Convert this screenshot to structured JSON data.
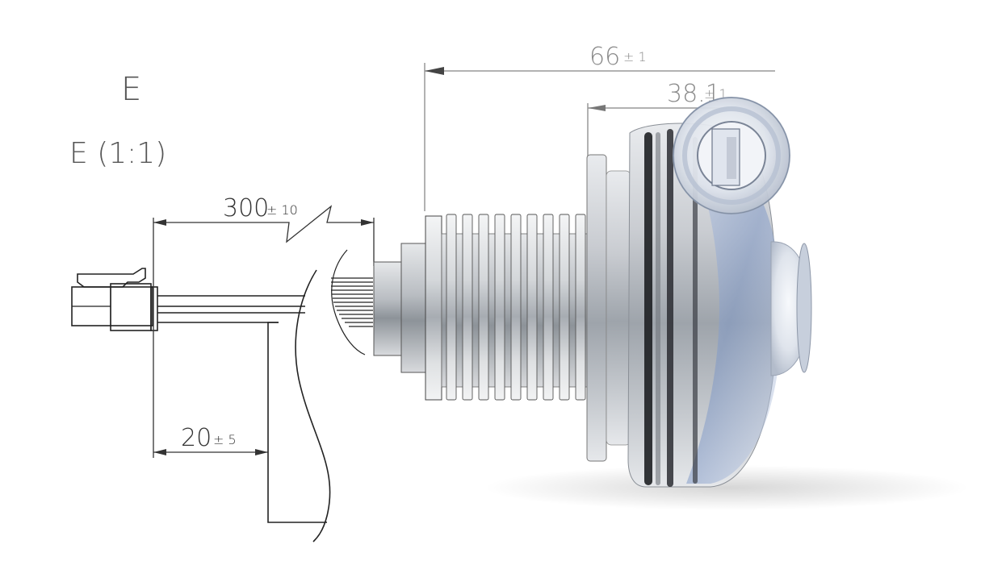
{
  "view": {
    "label": "E",
    "scale_label": "E (1:1)"
  },
  "dimensions": {
    "cable_length": {
      "value": "300",
      "tolerance": "± 10"
    },
    "strip_length": {
      "value": "20",
      "tolerance": "± 5"
    },
    "overall_length": {
      "value": "66",
      "tolerance": "± 1"
    },
    "body_length": {
      "value": "38.1",
      "tolerance": "± 1"
    }
  },
  "colors": {
    "line": "#222222",
    "dimension_grey": "#8a8a8a",
    "metal_light": "#eef0f2",
    "metal_dark": "#8c9299",
    "seal_dark": "#1e2024",
    "blue_tint": "#8fa6cf"
  }
}
